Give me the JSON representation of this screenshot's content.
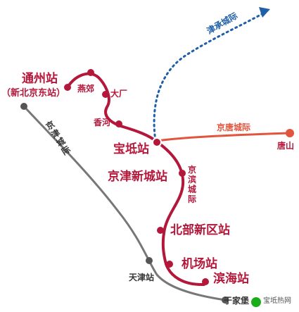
{
  "colors": {
    "jingjin_intercity": "#b3173a",
    "jingtang_intercity": "#e2553d",
    "jincheng_intercity": "#1f5fa8",
    "tianjin_line": "#666666"
  },
  "routes": {
    "jincheng": "津承城际",
    "jingtang": "京唐城际",
    "jingbin": "京滨城际",
    "jingjin": "京津城际"
  },
  "stations": {
    "tongzhou": "通州站",
    "tongzhou_sub": "（新北京东站）",
    "yanjiao": "燕郊",
    "dachang": "大厂",
    "xianghe": "香河",
    "baodi": "宝坻站",
    "jingjin_xincheng": "京津新城站",
    "tangshan": "唐山",
    "beibu_xinqu": "北部新区站",
    "jichang": "机场站",
    "binhai": "滨海站",
    "tianjin": "天津站",
    "yujiapu": "于家堡"
  },
  "watermark": "宝坻热网"
}
